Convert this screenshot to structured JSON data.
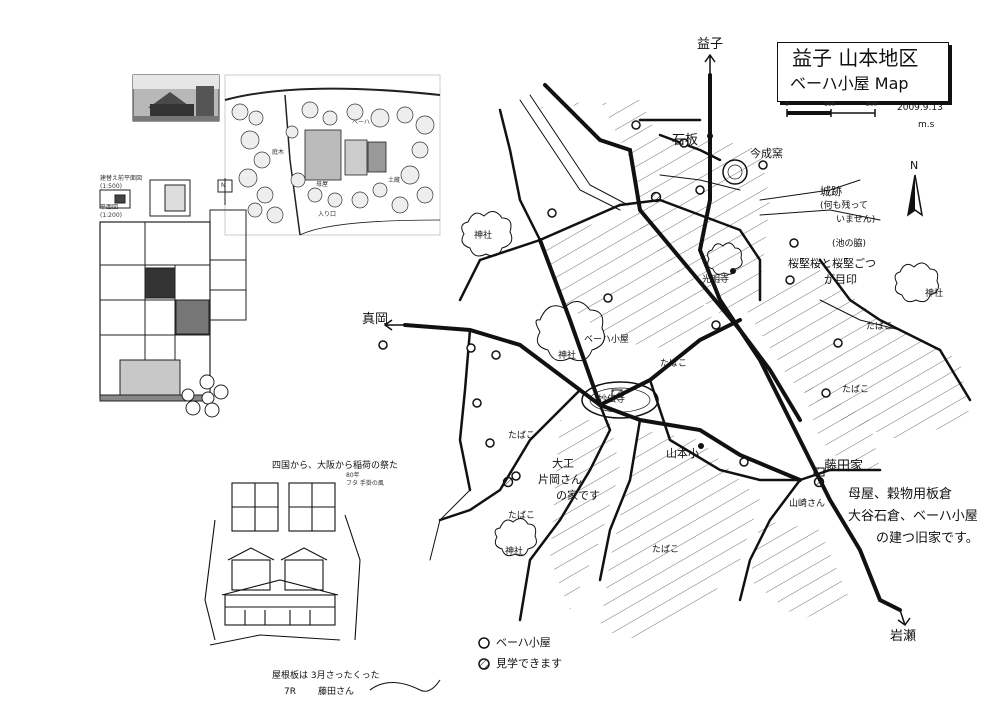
{
  "title": {
    "line1": "益子 山本地区",
    "line2": "ベーハ小屋 Map"
  },
  "scale_bar": {
    "labels": [
      "0",
      "100",
      "200"
    ]
  },
  "date": "2009.9.13",
  "signature": "m.s",
  "north_label": "N",
  "place_labels": {
    "mashiko": "益子",
    "kamotani": "真岡",
    "iwase": "岩瀬",
    "sekiita": "石板",
    "kon_kamado": "今成窯",
    "shiro_ato": "城跡",
    "shiro_ato_note1": "(何も残って",
    "shiro_ato_note2": "いません)",
    "ike_no_waki": "(池の脇)",
    "sakura_note1": "桜堅桜と桜堅ごつ",
    "sakura_note2": "が目印",
    "koenji": "光明寺",
    "jinja_ne": "神社",
    "jinja_nw": "神社",
    "jinja_center": "神社",
    "jinja_sw": "神社",
    "beha_koya": "ベーハ小屋",
    "myoden_ji": "妙伝寺",
    "yamamoto_sho": "山本小",
    "fujita_ke": "藤田家",
    "fujita_note1": "母屋、穀物用板倉",
    "fujita_note2": "大谷石倉、ベーハ小屋",
    "fujita_note3": "の建つ旧家です。",
    "daiku1": "大工",
    "daiku2": "片岡さん",
    "daiku3": "の家です",
    "yamazaki": "山崎さん",
    "tabako": [
      "たばこ",
      "たばこ",
      "たばこ",
      "たばこ",
      "たばこ",
      "たばこ"
    ],
    "sketch_note1": "四国から、大阪から稲荷の祭た",
    "sketch_note2": "80年",
    "sketch_note3": "フタ 手掛の風",
    "sketch_caption1": "屋根板は 3月さったくった",
    "sketch_caption2": "7R",
    "sketch_caption3": "藤田さん"
  },
  "legend": {
    "items": [
      {
        "label": "ベーハ小屋",
        "symbol": "open-circle"
      },
      {
        "label": "見学できます",
        "symbol": "hatched-circle"
      }
    ]
  },
  "inset": {
    "plan_label1": "建替え前平面図",
    "plan_scale1": "(1:500)",
    "plan_label2": "平面図",
    "plan_scale2": "(1:200)",
    "site_labels": [
      "ベーハ",
      "入り口",
      "庭木",
      "母屋",
      "土蔵"
    ],
    "north": "N"
  }
}
